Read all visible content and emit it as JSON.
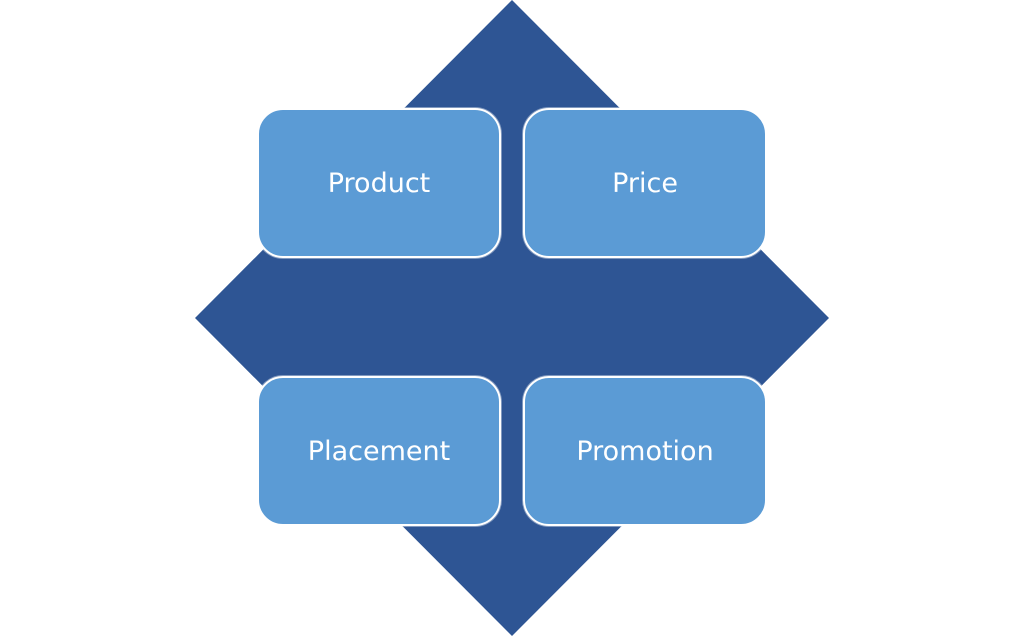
{
  "colors": {
    "diamond": "#2e5594",
    "box_fill": "#5b9bd5",
    "box_border": "#ffffff",
    "text": "#ffffff"
  },
  "boxes": {
    "product": "Product",
    "price": "Price",
    "placement": "Placement",
    "promotion": "Promotion"
  }
}
